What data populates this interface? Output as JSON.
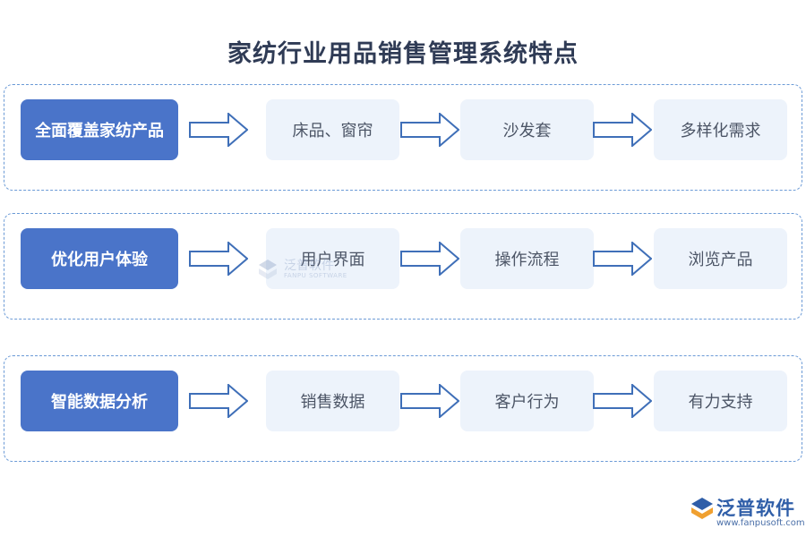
{
  "title": "家纺行业用品销售管理系统特点",
  "rows": [
    {
      "header": "全面覆盖家纺产品",
      "items": [
        "床品、窗帘",
        "沙发套",
        "多样化需求"
      ]
    },
    {
      "header": "优化用户体验",
      "items": [
        "用户界面",
        "操作流程",
        "浏览产品"
      ]
    },
    {
      "header": "智能数据分析",
      "items": [
        "销售数据",
        "客户行为",
        "有力支持"
      ]
    }
  ],
  "watermark": {
    "name": "泛普软件",
    "sub": "FANPU SOFTWARE"
  },
  "logo": {
    "name": "泛普软件",
    "url": "www.fanpusoft.com"
  },
  "colors": {
    "header": "#4a74c9",
    "box": "#edf3fb",
    "border": "#6b9ad6",
    "arrow": "#3f6fb8"
  }
}
